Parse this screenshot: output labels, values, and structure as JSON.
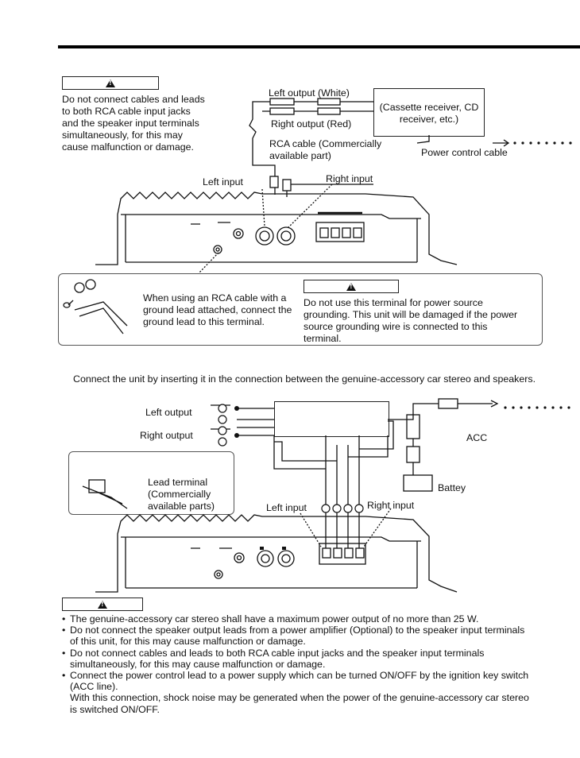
{
  "top_section": {
    "caution_text": "Do not connect cables and leads to both RCA cable input jacks and the speaker input terminals simultaneously,  for this may cause malfunction or damage.",
    "left_output_label": "Left output (White)",
    "right_output_label": "Right output (Red)",
    "source_box_text": "(Cassette receiver, CD receiver, etc.)",
    "rca_cable_label": "RCA cable (Commercially available part)",
    "power_control_label": "Power control cable",
    "left_input_label": "Left input",
    "right_input_label": "Right input",
    "ground_note": "When using an RCA cable with a ground lead attached, connect the ground lead to this terminal.",
    "ground_caution": "Do not use this terminal for power source grounding. This unit will be damaged if the power source grounding wire is connected to this terminal."
  },
  "bottom_section": {
    "intro": "Connect the unit by inserting it in the connection between the genuine-accessory car stereo and speakers.",
    "left_output_label": "Left output",
    "right_output_label": "Right output",
    "acc_label": "ACC",
    "battery_label": "Battey",
    "lead_terminal_label": "Lead terminal (Commercially available parts)",
    "left_input_label": "Left input",
    "right_input_label": "Right input",
    "notes": [
      "The genuine-accessory car stereo shall have a maximum power output of no more than 25 W.",
      "Do not connect the speaker output leads from a power amplifier (Optional) to the speaker input terminals of this unit, for this may cause malfunction  or damage.",
      "Do not connect cables and leads to both RCA cable input jacks and the speaker input terminals simultaneously, for this may cause malfunction or damage.",
      "Connect the power control lead to a power supply which can be turned ON/OFF by the ignition key switch (ACC line).\nWith this connection, shock noise may be generated when the power of the genuine-accessory car stereo is switched ON/OFF."
    ]
  }
}
